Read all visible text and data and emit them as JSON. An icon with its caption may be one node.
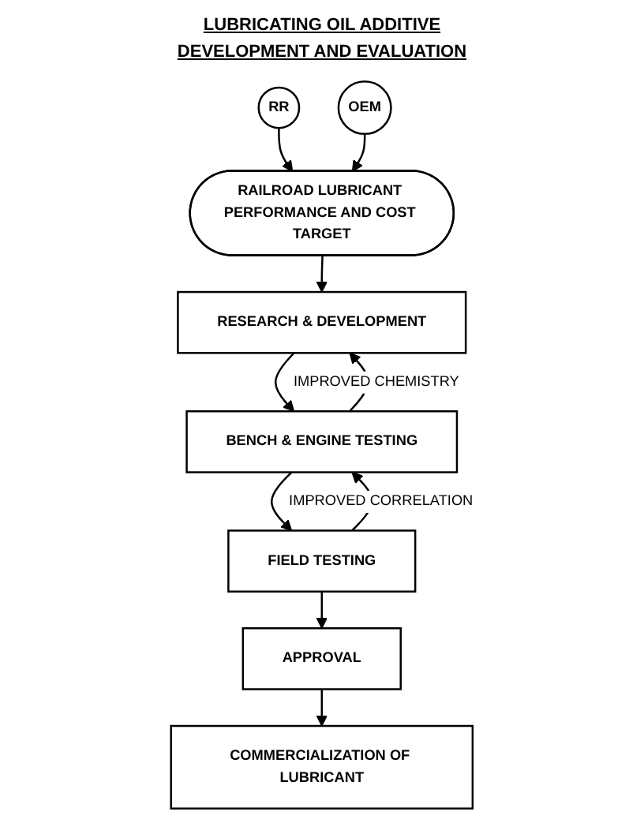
{
  "diagram": {
    "title": "LUBRICATING OIL ADDITIVE DEVELOPMENT AND EVALUATION",
    "nodes": [
      {
        "text": [
          "RR"
        ]
      },
      {
        "text": [
          "OEM"
        ]
      },
      {
        "text": [
          "RAILROAD LUBRICANT PERFORMANCE AND COST TARGET"
        ]
      },
      {
        "text": [
          "RESEARCH & DEVELOPMENT"
        ]
      },
      {
        "text": [
          "BENCH & ENGINE TESTING"
        ]
      },
      {
        "text": [
          "FIELD TESTING"
        ]
      },
      {
        "text": [
          "APPROVAL"
        ]
      },
      {
        "text": [
          "COMMERCIALIZATION OF LUBRICANT"
        ]
      }
    ],
    "edges": [
      {
        "from": 0,
        "to": 2,
        "arrow": "to"
      },
      {
        "from": 1,
        "to": 2,
        "arrow": "to"
      },
      {
        "from": 2,
        "to": 3,
        "arrow": "to"
      },
      {
        "from": 3,
        "to": 4,
        "arrow": "to"
      },
      {
        "from": 4,
        "to": 3,
        "arrow": "to",
        "label": "IMPROVED CHEMISTRY"
      },
      {
        "from": 4,
        "to": 5,
        "arrow": "to"
      },
      {
        "from": 5,
        "to": 4,
        "arrow": "to",
        "label": "IMPROVED CORRELATION"
      },
      {
        "from": 5,
        "to": 6,
        "arrow": "to"
      },
      {
        "from": 6,
        "to": 7,
        "arrow": "to"
      }
    ]
  }
}
